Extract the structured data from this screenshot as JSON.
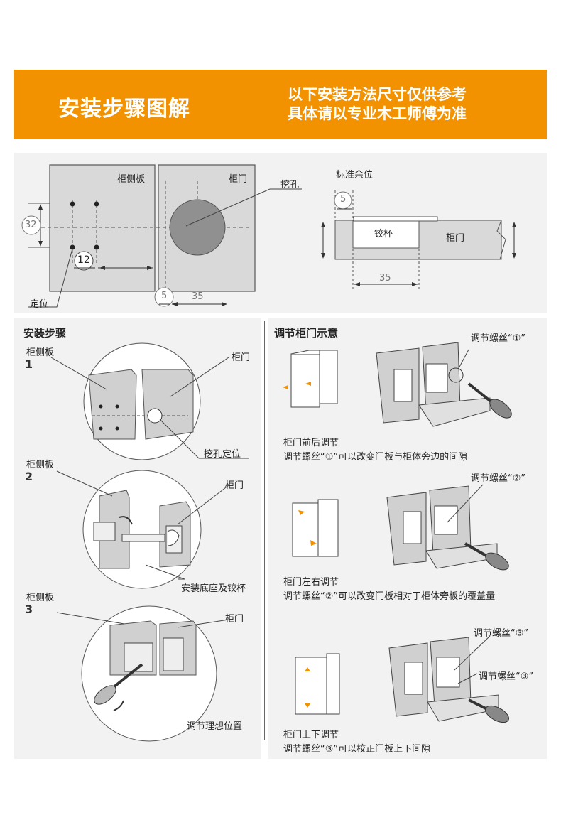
{
  "banner": {
    "title": "安装步骤图解",
    "note_line1": "以下安装方法尺寸仅供参考",
    "note_line2": "具体请以专业木工师傅为准"
  },
  "top_diagram": {
    "cabinet_side_label": "柜侧板",
    "door_label": "柜门",
    "hole_label": "挖孔",
    "position_label": "定位",
    "dim_32": "32",
    "dim_12": "12",
    "dim_5": "5",
    "dim_35": "35",
    "standard_margin_label": "标准余位",
    "cup_label": "铰杯",
    "section_door_label": "柜门",
    "section_dim_5": "5",
    "section_dim_35": "35"
  },
  "install_steps": {
    "heading": "安装步骤",
    "step1": {
      "num": "1",
      "side_label": "柜侧板",
      "door_label": "柜门",
      "caption": "挖孔定位"
    },
    "step2": {
      "num": "2",
      "side_label": "柜侧板",
      "door_label": "柜门",
      "caption": "安装底座及铰杯"
    },
    "step3": {
      "num": "3",
      "side_label": "柜侧板",
      "door_label": "柜门",
      "caption": "调节理想位置"
    }
  },
  "adjust": {
    "heading": "调节柜门示意",
    "a1": {
      "screw_label": "调节螺丝“①”",
      "title": "柜门前后调节",
      "desc": "调节螺丝“①”可以改变门板与柜体旁边的间隙"
    },
    "a2": {
      "screw_label": "调节螺丝“②”",
      "title": "柜门左右调节",
      "desc": "调节螺丝“②”可以改变门板相对于柜体旁板的覆盖量"
    },
    "a3": {
      "screw_label_1": "调节螺丝“③”",
      "screw_label_2": "调节螺丝“③”",
      "title": "柜门上下调节",
      "desc": "调节螺丝“③”可以校正门板上下间隙"
    }
  },
  "colors": {
    "accent": "#f39200",
    "panel_bg": "#f2f2f2",
    "arrow_orange": "#f39200"
  }
}
